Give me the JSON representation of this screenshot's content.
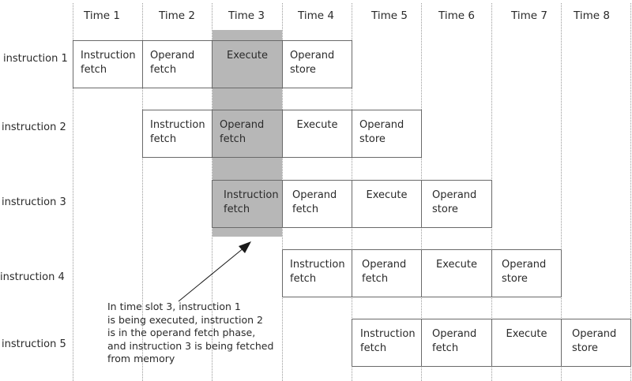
{
  "time_headers": [
    "Time 1",
    "Time 2",
    "Time 3",
    "Time 4",
    "Time 5",
    "Time 6",
    "Time 7",
    "Time 8"
  ],
  "instructions": [
    {
      "label": "instruction 1",
      "stages": [
        "Instruction\nfetch",
        "Operand\nfetch",
        "Execute",
        "Operand\nstore"
      ]
    },
    {
      "label": "instruction 2",
      "stages": [
        "Instruction\nfetch",
        "Operand\nfetch",
        "Execute",
        "Operand\nstore"
      ]
    },
    {
      "label": "instruction 3",
      "stages": [
        "Instruction\nfetch",
        "Operand\nfetch",
        "Execute",
        "Operand\nstore"
      ]
    },
    {
      "label": "instruction 4",
      "stages": [
        "Instruction\nfetch",
        "Operand\nfetch",
        "Execute",
        "Operand\nstore"
      ]
    },
    {
      "label": "instruction 5",
      "stages": [
        "Instruction\nfetch",
        "Operand\nfetch",
        "Execute",
        "Operand\nstore"
      ]
    }
  ],
  "highlighted_time_slot": "Time 3",
  "annotation": "In time slot 3, instruction 1\nis being executed, instruction 2\nis in the operand fetch phase,\nand instruction 3 is being fetched\nfrom memory",
  "colors": {
    "highlight": "#b7b7b7",
    "border": "#6a6a6a",
    "gridline": "#9a9a9a"
  }
}
